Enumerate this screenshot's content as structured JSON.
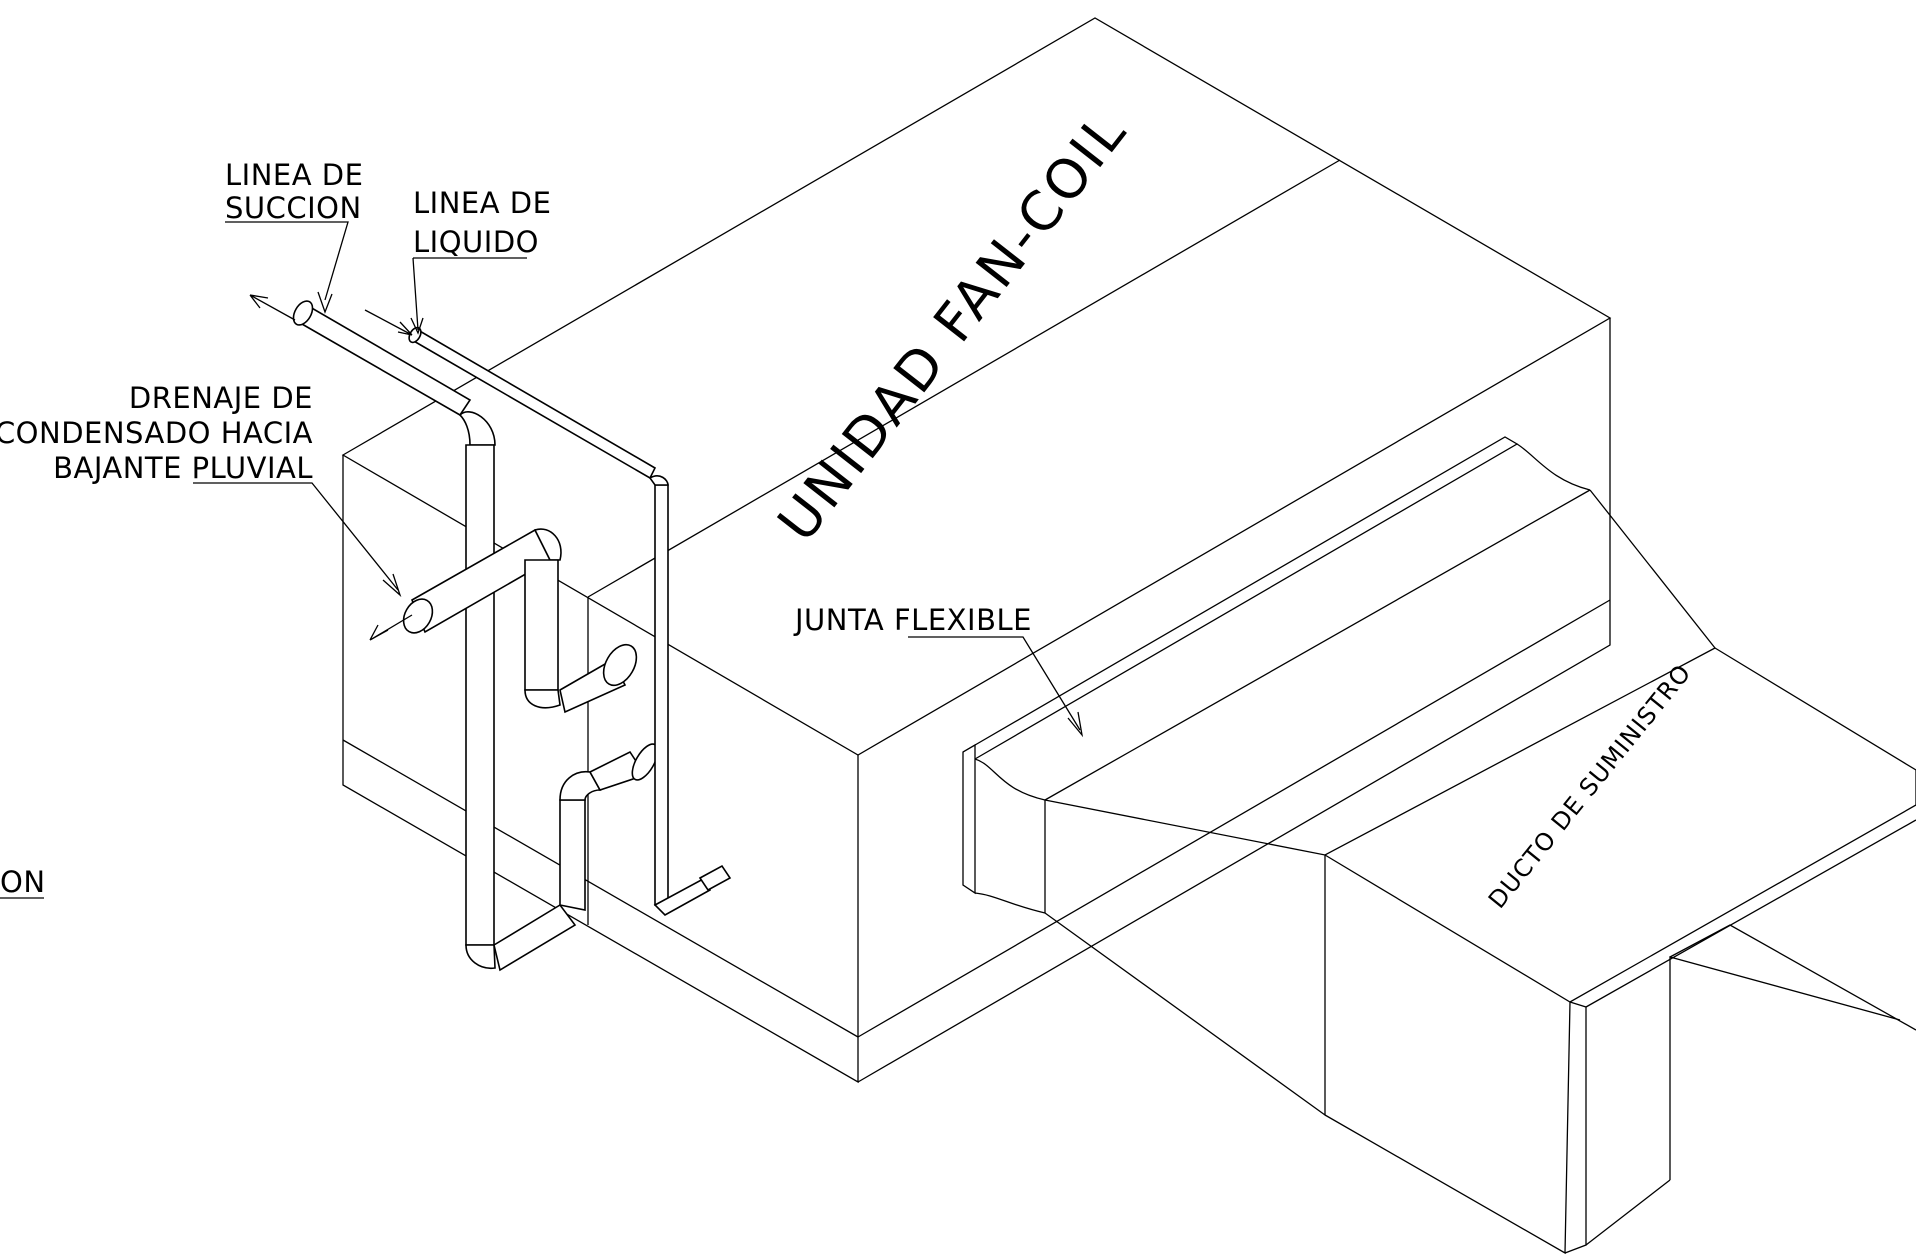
{
  "labels": {
    "suction_1": "LINEA DE",
    "suction_2": "SUCCION",
    "liquid_1": "LINEA DE",
    "liquid_2": "LIQUIDO",
    "drain_1": "DRENAJE DE",
    "drain_2": "CONDENSADO HACIA",
    "drain_3": "BAJANTE PLUVIAL",
    "flex_joint": "JUNTA FLEXIBLE",
    "unit": "UNIDAD FAN-COIL",
    "duct": "DUCTO DE SUMINISTRO",
    "cut_label": "ON"
  },
  "colors": {
    "line": "#000000",
    "background": "#ffffff"
  }
}
